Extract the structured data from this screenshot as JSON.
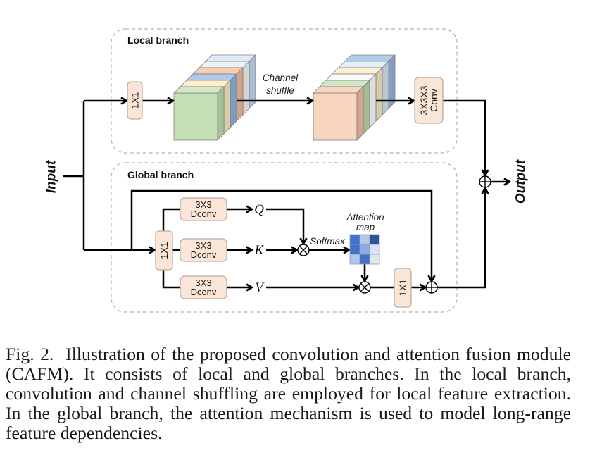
{
  "figure": {
    "input_label": "Input",
    "output_label": "Output",
    "local_branch": {
      "title": "Local branch",
      "pointwise_conv": "1X1",
      "shuffle_label": [
        "Channel",
        "shuffle"
      ],
      "conv3d_label": [
        "3X3X3",
        "Conv"
      ],
      "feature_cube_before_shuffle": [
        {
          "name": "green",
          "front": "#c5e0b4",
          "top": "#d3e8c5",
          "side": "#a6bf96"
        },
        {
          "name": "yellow",
          "top": "#fdf0cf",
          "side": "#d9cba4"
        },
        {
          "name": "blue",
          "top": "#aecaeb",
          "side": "#7b9cc4"
        },
        {
          "name": "salmon",
          "top": "#f6ceb6",
          "side": "#d3a385"
        },
        {
          "name": "gray",
          "top": "#f1f1f1",
          "side": "#d4d4d4"
        },
        {
          "name": "light-blue",
          "top": "#deebf8",
          "side": "#a9bdd3"
        }
      ],
      "feature_cube_after_shuffle": [
        {
          "name": "salmon",
          "front": "#f8d5bd",
          "top": "#f8d5bd",
          "side": "#d0a78c"
        },
        {
          "name": "green",
          "top": "#d3e6c4",
          "side": "#a7ba98"
        },
        {
          "name": "white",
          "top": "#fafafa",
          "side": "#dcdcdc"
        },
        {
          "name": "yellow",
          "top": "#fdf2d6",
          "side": "#d6cba8"
        },
        {
          "name": "light-blue",
          "top": "#e5effa",
          "side": "#b8c5d4"
        },
        {
          "name": "blue",
          "top": "#b2cde9",
          "side": "#849fc3"
        }
      ]
    },
    "global_branch": {
      "title": "Global branch",
      "pointwise_conv_in": "1X1",
      "depthwise_convs": [
        {
          "label": [
            "3X3",
            "Dconv"
          ],
          "output": "Q"
        },
        {
          "label": [
            "3X3",
            "Dconv"
          ],
          "output": "K"
        },
        {
          "label": [
            "3X3",
            "Dconv"
          ],
          "output": "V"
        }
      ],
      "softmax_label": "Softmax",
      "attention_map_label": [
        "Attention",
        "map"
      ],
      "attention_map_cells": [
        [
          "#4472c4",
          "#b4c7e7",
          "#2f5597"
        ],
        [
          "#4472c4",
          "#8faadc",
          "#dae3f3"
        ],
        [
          "#b4c7e7",
          "#4472c4",
          "#e4e6ea"
        ]
      ],
      "pointwise_conv_out": "1X1"
    },
    "operators": {
      "multiply_icon": "circle-times",
      "add_icon": "circle-plus"
    },
    "colors": {
      "block_fill": "#fbe5d6",
      "block_stroke": "#b9aca3",
      "container_stroke": "#b3b3b3",
      "wire": "#000000"
    }
  },
  "caption": {
    "lines": [
      "Fig. 2.  Illustration of the proposed convolution and attention fusion module",
      "(CAFM). It consists of local and global branches. In the local branch,",
      "convolution and channel shuffling are employed for local feature extraction.",
      "In the global branch, the attention mechanism is used to model long-range",
      "feature dependencies."
    ]
  }
}
